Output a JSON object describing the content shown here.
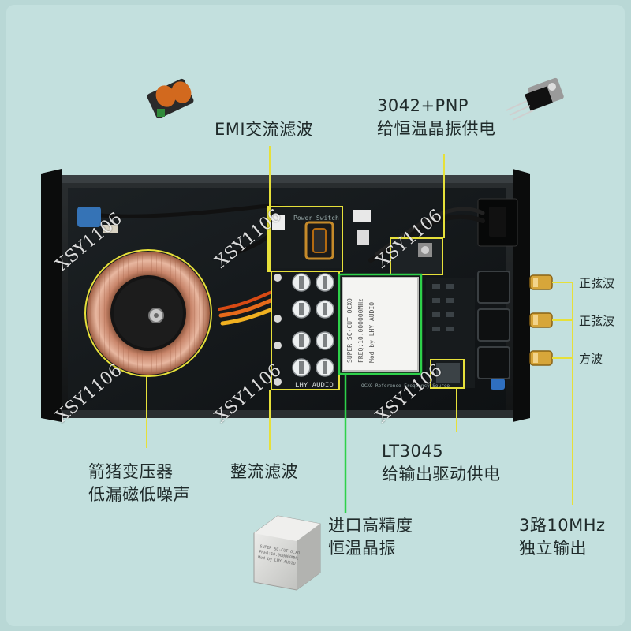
{
  "labels": {
    "emi": "EMI交流滤波",
    "pnp_line1": "3042+PNP",
    "pnp_line2": "给恒温晶振供电",
    "sine1": "正弦波",
    "sine2": "正弦波",
    "square": "方波",
    "transformer_line1": "箭猪变压器",
    "transformer_line2": "低漏磁低噪声",
    "rectifier": "整流滤波",
    "lt_line1": "LT3045",
    "lt_line2": "给输出驱动供电",
    "ocxo_line1": "进口高精度",
    "ocxo_line2": "恒温晶振",
    "outputs_line1": "3路10MHz",
    "outputs_line2": "独立输出"
  },
  "watermark": "XSY1106",
  "board": {
    "power_switch": "Power Switch",
    "ocxo_line1": "SUPER SC-CUT OCXO",
    "ocxo_line2": "FREQ:10.000000MHz",
    "ocxo_line3": "Mod by LHY AUDIO",
    "brand": "LHY AUDIO",
    "silk": "OCXO Reference Frequency Source"
  },
  "colors": {
    "background": "#b9d8d6",
    "highlight": "#e6e03a",
    "ocxo_highlight": "#2ed14a",
    "text": "#1f2a2a"
  }
}
